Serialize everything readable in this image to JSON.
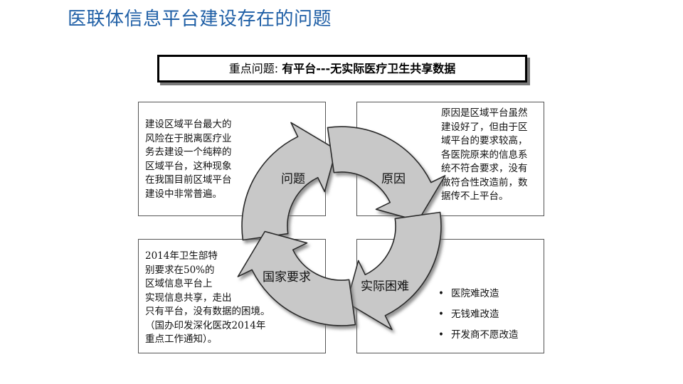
{
  "title": "医联体信息平台建设存在的问题",
  "key_issue": {
    "prefix": "重点问题: ",
    "text": "有平台---无实际医疗卫生共享数据"
  },
  "boxes": {
    "problem_text": "建设区域平台最大的\n风险在于脱离医疗业\n务去建设一个纯粹的\n区域平台，这种现象\n在我国目前区域平台\n建设中非常普遍。",
    "reason_text": "原因是区域平台虽然\n建设好了，但由于区\n域平台的要求较高，\n各医院原来的信息系\n统不符合要求，没有\n做符合性改造前，数\n据传不上平台。",
    "national_text": "2014年卫生部特\n别要求在50%的\n区域信息平台上\n实现信息共享，走出\n只有平台，没有数据的困境。\n（国办印发深化医改2014年\n重点工作通知）。",
    "difficulty_items": [
      "医院难改造",
      "无钱难改造",
      "开发商不愿改造"
    ],
    "bullet": "•"
  },
  "cycle": {
    "labels": [
      "问题",
      "原因",
      "实际困难",
      "国家要求"
    ],
    "colors": {
      "fill": "#c8c8c8",
      "stroke": "#2a2a2a",
      "shadow": "#8a8a8a"
    }
  },
  "colors": {
    "title": "#1f5fa6"
  }
}
